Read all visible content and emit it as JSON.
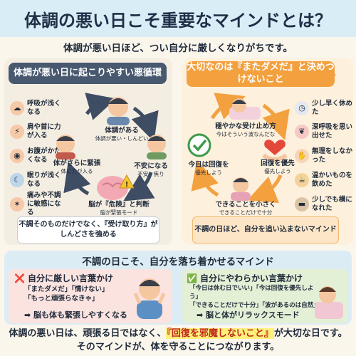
{
  "title": "体調の悪い日こそ重要なマインドとは？",
  "subtitle": "体調が悪い日ほど、つい自分に厳しくなりがちです。",
  "left_panel": {
    "banner": "体調が悪い日に起こりやすい悪循環",
    "symptoms": [
      {
        "icon": "breath-icon",
        "text": "呼吸が浅くなる",
        "color": "#f6c9a9"
      },
      {
        "icon": "shoulder-icon",
        "text": "肩や首に力が入る",
        "color": "#f6c9a9"
      },
      {
        "icon": "stomach-icon",
        "text": "お腹がかたくなる",
        "color": "#f6c9a9"
      },
      {
        "icon": "sleep-icon",
        "text": "眠りが浅くなる",
        "color": "#bcd6ea"
      },
      {
        "icon": "pain-icon",
        "text": "痛みや不調に敏感になる",
        "color": "#f6c9a9"
      }
    ],
    "cycle": {
      "top": {
        "label": "体調がある",
        "sub": "体調が悪い・しんどい"
      },
      "right": {
        "label": "不安になる",
        "sub": "不安・焦り"
      },
      "bottom": {
        "label": "脳が『危険』と判断",
        "sub": "脳が緊張モード"
      },
      "left": {
        "label": "体がさらに緊張",
        "sub": "体に力が入る"
      }
    },
    "callout": "不調そのものだけでなく、『受け取り方』がしんどさを強める"
  },
  "right_panel": {
    "banner": "大切なのは『またダメだ』と決めつけないこと",
    "cycle": {
      "top": {
        "label": "穏やかな受け止め方",
        "sub": "今はそういう波なんだな"
      },
      "right": {
        "label": "回復を優先",
        "sub": "優先しよう"
      },
      "bottom": {
        "label": "できることを小さく",
        "sub": "できることだけで十分"
      },
      "left": {
        "label": "今日は回復を",
        "sub": "優先しよう"
      }
    },
    "actions": [
      {
        "icon": "clock-icon",
        "text": "少し早く休めた"
      },
      {
        "icon": "lungs-icon",
        "text": "深呼吸を思い出せた"
      },
      {
        "icon": "hand-icon",
        "text": "無理をしなかった"
      },
      {
        "icon": "cup-icon",
        "text": "温かいものを飲めた"
      },
      {
        "icon": "sofa-icon",
        "text": "少しでも横になれた"
      }
    ],
    "callout": "不調の日ほど、自分を追い込まないマインド"
  },
  "bottom": {
    "heading": "不調の日こそ、自分を落ち着かせるマインド",
    "bad": {
      "mark": "❌",
      "title": "自分に厳しい言葉かけ",
      "lines": [
        "「またダメだ」「情けない」",
        "「もっと頑張らなきゃ」"
      ],
      "result": "➡ 脳も体も緊張しやすくなる"
    },
    "good": {
      "mark": "✅",
      "title": "自分にやわらかい言葉かけ",
      "lines": [
        "「今日は休む日でいい」「今は回復を優先しよう」",
        "「できることだけで十分」「波があるのは自然」"
      ],
      "result": "➡ 脳と体がリラックスモード"
    }
  },
  "footer": {
    "pre": "体調の悪い日は、頑張る日ではなく、",
    "highlight": "『回復を邪魔しないこと』",
    "post": "が大切な日です。",
    "line2": "そのマインドが、体を守ることにつながります。"
  },
  "colors": {
    "navy": "#47586f",
    "orange": "#f3a03f",
    "cycle_left": "#3e4d63",
    "cycle_right": "#f3a03f",
    "bad_bg": "#fbe3e0",
    "good_bg": "#e3f0d6"
  }
}
